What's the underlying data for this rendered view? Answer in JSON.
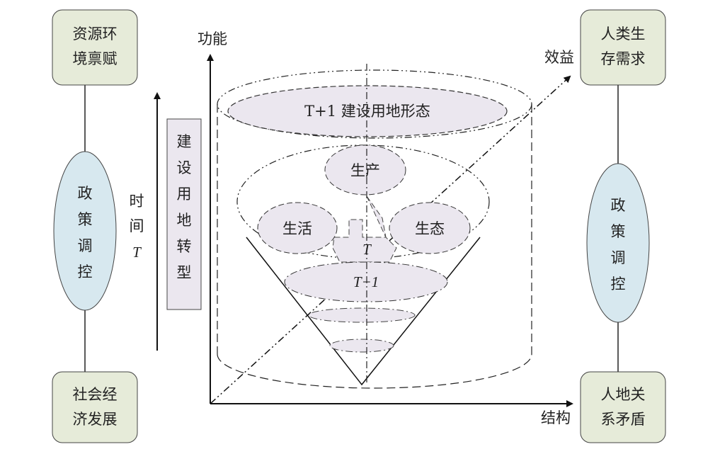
{
  "left": {
    "top_box": [
      "资源环",
      "境禀赋"
    ],
    "policy": [
      "政",
      "策",
      "调",
      "控"
    ],
    "bottom_box": [
      "社会经",
      "济发展"
    ]
  },
  "right": {
    "top_box": [
      "人类生",
      "存需求"
    ],
    "policy": [
      "政",
      "策",
      "调",
      "控"
    ],
    "bottom_box": [
      "人地关",
      "系矛盾"
    ]
  },
  "time_label": [
    "时",
    "间",
    "T"
  ],
  "transition_box": [
    "建",
    "设",
    "用",
    "地",
    "转",
    "型"
  ],
  "axes": {
    "y_label": "功能",
    "x_label": "结构",
    "diag_label": "效益"
  },
  "center": {
    "top_label": "T+1  建设用地形态",
    "production": "生产",
    "living": "生活",
    "ecology": "生态",
    "t": "T",
    "t_minus_1": "T−1"
  },
  "colors": {
    "box_green": "#e6ebd9",
    "ellipse_blue": "#d7e8ef",
    "lavender": "#ebe7ef"
  }
}
